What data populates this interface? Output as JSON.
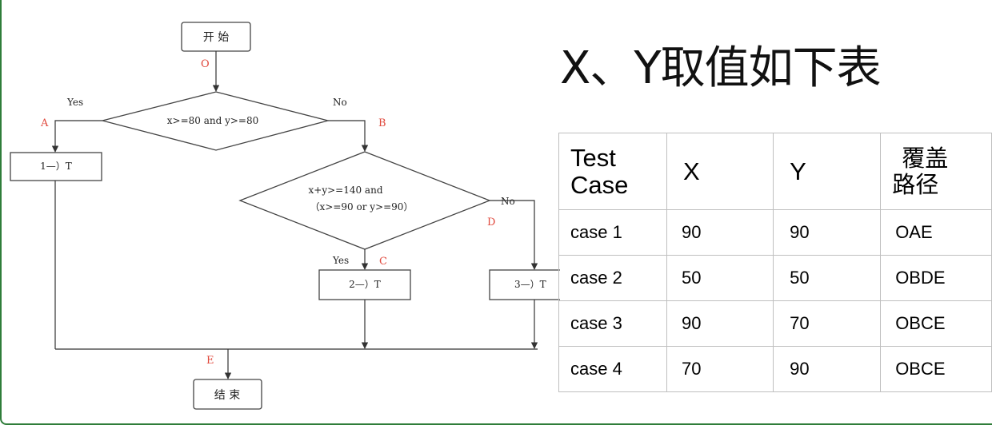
{
  "flowchart": {
    "start": "开 始",
    "end": "结 束",
    "condition1": "x>=80 and y>=80",
    "condition2_line1": "x+y>=140 and",
    "condition2_line2": "（x>=90 or y>=90）",
    "box1": "1—）T",
    "box2": "2—）T",
    "box3": "3—）T",
    "yes1": "Yes",
    "no1": "No",
    "yes2": "Yes",
    "no2": "No",
    "point_o": "O",
    "point_a": "A",
    "point_b": "B",
    "point_c": "C",
    "point_d": "D",
    "point_e": "E"
  },
  "title": "X、Y取值如下表",
  "table": {
    "headers": {
      "test_case_line1": "Test",
      "test_case_line2": "Case",
      "x": "X",
      "y": "Y",
      "path_line1": "覆盖",
      "path_line2": "路径"
    },
    "rows": [
      {
        "case": "case 1",
        "x": "90",
        "y": "90",
        "path": "OAE"
      },
      {
        "case": "case 2",
        "x": "50",
        "y": "50",
        "path": "OBDE"
      },
      {
        "case": "case 3",
        "x": "90",
        "y": "70",
        "path": "OBCE"
      },
      {
        "case": "case 4",
        "x": "70",
        "y": "90",
        "path": "OBCE"
      }
    ]
  },
  "colors": {
    "frame_accent": "#2f7d3a",
    "point_label": "#e0483c",
    "table_border": "#bfbfbf"
  }
}
